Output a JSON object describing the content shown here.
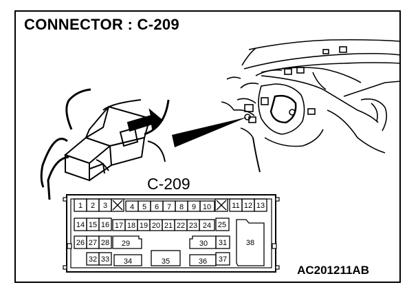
{
  "header": {
    "title": "CONNECTOR : C-209"
  },
  "connector": {
    "label": "C-209",
    "pins": {
      "p1": "1",
      "p2": "2",
      "p3": "3",
      "p4": "4",
      "p5": "5",
      "p6": "6",
      "p7": "7",
      "p8": "8",
      "p9": "9",
      "p10": "10",
      "p11": "11",
      "p12": "12",
      "p13": "13",
      "p14": "14",
      "p15": "15",
      "p16": "16",
      "p17": "17",
      "p18": "18",
      "p19": "19",
      "p20": "20",
      "p21": "21",
      "p22": "22",
      "p23": "23",
      "p24": "24",
      "p25": "25",
      "p26": "26",
      "p27": "27",
      "p28": "28",
      "p29": "29",
      "p30": "30",
      "p31": "31",
      "p32": "32",
      "p33": "33",
      "p34": "34",
      "p35": "35",
      "p36": "36",
      "p37": "37",
      "p38": "38"
    }
  },
  "footer": {
    "code": "AC201211AB"
  }
}
